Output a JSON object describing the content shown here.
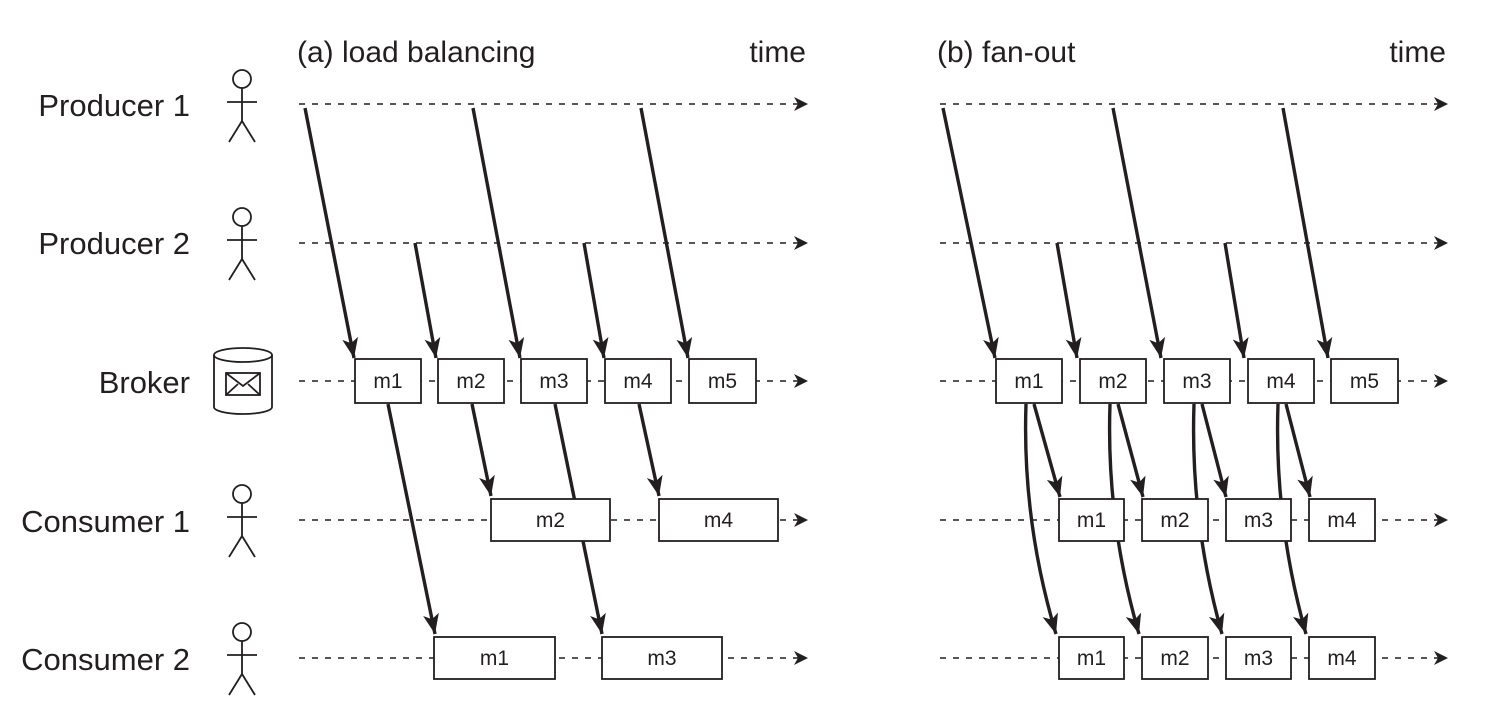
{
  "rows": [
    {
      "key": "producer1",
      "label": "Producer 1",
      "icon": "person-icon"
    },
    {
      "key": "producer2",
      "label": "Producer 2",
      "icon": "person-icon"
    },
    {
      "key": "broker",
      "label": "Broker",
      "icon": "message-store-icon"
    },
    {
      "key": "consumer1",
      "label": "Consumer 1",
      "icon": "person-icon"
    },
    {
      "key": "consumer2",
      "label": "Consumer 2",
      "icon": "person-icon"
    }
  ],
  "panels": [
    {
      "key": "load-balancing",
      "title": "(a) load balancing",
      "time_label": "time",
      "broker_messages": [
        "m1",
        "m2",
        "m3",
        "m4",
        "m5"
      ],
      "consumer1_messages": [
        "m2",
        "m4"
      ],
      "consumer2_messages": [
        "m1",
        "m3"
      ]
    },
    {
      "key": "fan-out",
      "title": "(b) fan-out",
      "time_label": "time",
      "broker_messages": [
        "m1",
        "m2",
        "m3",
        "m4",
        "m5"
      ],
      "consumer1_messages": [
        "m1",
        "m2",
        "m3",
        "m4"
      ],
      "consumer2_messages": [
        "m1",
        "m2",
        "m3",
        "m4"
      ]
    }
  ],
  "colors": {
    "ink": "#231f20",
    "background": "#ffffff"
  }
}
